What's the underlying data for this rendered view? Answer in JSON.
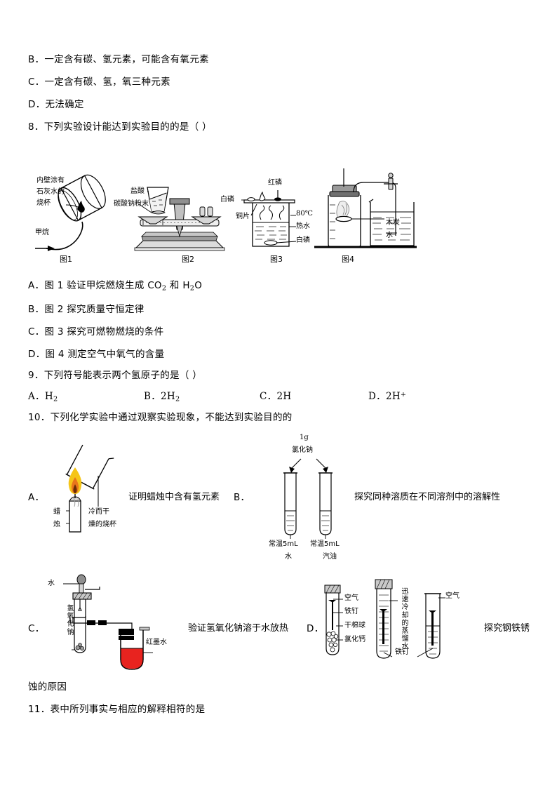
{
  "document": {
    "language": "zh-CN",
    "type": "chemistry-exam-page"
  },
  "lines": {
    "q7_option_b": "B．一定含有碳、氢元素，可能含有氧元素",
    "q7_option_c": "C．一定含有碳、氢，氧三种元素",
    "q7_option_d": "D．无法确定",
    "q8_stem": "8．下列实验设计能达到实验目的的是（      ）",
    "q9_stem": "9．下列符号能表示两个氢原子的是（   ）",
    "q10_stem": "10．下列化学实验中通过观察实验现象，不能达到实验目的的",
    "q10_tail": "蚀的原因",
    "q11_stem": "11．表中所列事实与相应的解释相符的是"
  },
  "q8": {
    "options": [
      {
        "prefix": "A．",
        "text_pre": "图 1 验证甲烷燃烧生成 CO",
        "sub1": "2",
        "text_mid": " 和 H",
        "sub2": "2",
        "text_post": "O"
      },
      {
        "prefix": "B．",
        "text": "图 2 探究质量守恒定律"
      },
      {
        "prefix": "C．",
        "text": "图 3 探究可燃物燃烧的条件"
      },
      {
        "prefix": "D．",
        "text": "图 4 测定空气中氧气的含量"
      }
    ],
    "figures": [
      {
        "caption": "图1",
        "labels": {
          "beaker_coating_l1": "内壁涂有",
          "beaker_coating_l2": "石灰水的",
          "beaker_coating_l3": "烧杯",
          "gas": "甲烷"
        }
      },
      {
        "caption": "图2",
        "labels": {
          "acid": "盐酸",
          "powder": "碳酸钠粉末"
        }
      },
      {
        "caption": "图3",
        "labels": {
          "red_p": "红磷",
          "white_p_left": "白磷",
          "copper": "铜片",
          "temp": "80℃",
          "hot_water": "热水",
          "white_p_bottom": "白磷"
        }
      },
      {
        "caption": "图4",
        "labels": {
          "charcoal": "木炭",
          "water": "水"
        }
      }
    ]
  },
  "q9": {
    "options": [
      {
        "prefix": "A．",
        "base": "H",
        "sub": "2",
        "sup": ""
      },
      {
        "prefix": "B．",
        "base": "2H",
        "sub": "2",
        "sup": ""
      },
      {
        "prefix": "C．",
        "base": "2H",
        "sub": "",
        "sup": ""
      },
      {
        "prefix": "D．",
        "base": "2H",
        "sub": "",
        "sup": "+"
      }
    ]
  },
  "q10": {
    "options": [
      {
        "prefix": "A．",
        "purpose": "证明蜡烛中含有氢元素",
        "labels": {
          "candle_l1": "蜡",
          "candle_l2": "烛",
          "beaker_l1": "冷而干",
          "beaker_l2": "燥的烧杯"
        }
      },
      {
        "prefix": "B．",
        "purpose": "探究同种溶质在不同溶剂中的溶解性",
        "labels": {
          "mass": "1g",
          "solute": "氯化钠",
          "tube1_l1": "常温5mL",
          "tube1_l2": "水",
          "tube2_l1": "常温5mL",
          "tube2_l2": "汽油"
        }
      },
      {
        "prefix": "C．",
        "purpose": "验证氢氧化钠溶于水放热",
        "labels": {
          "water": "水",
          "naoh_v": "氢氧化钠",
          "red_ink": "红墨水"
        }
      },
      {
        "prefix": "D．",
        "purpose": "探究钢铁锈",
        "labels": {
          "air1": "空气",
          "nail1": "铁钉",
          "cotton": "干棉球",
          "cacl2": "氯化钙",
          "boiled_v": "迅速冷却的蒸馏水",
          "nail2": "铁钉",
          "air2": "空气"
        }
      }
    ]
  },
  "colors": {
    "flame_outer": "#f5c518",
    "flame_inner": "#e8761b",
    "red_ink": "#e8231f",
    "ink_stroke": "#c41010",
    "black": "#000000",
    "gray_fill": "#b8b8b8"
  }
}
